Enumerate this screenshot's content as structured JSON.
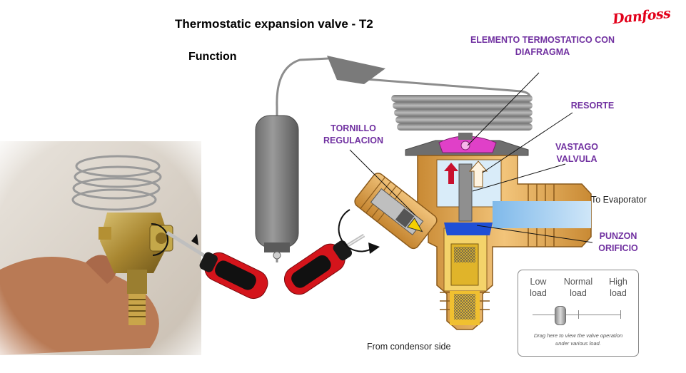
{
  "header": {
    "title": "Thermostatic expansion valve - T2",
    "subtitle": "Function",
    "logo_text": "Danfoss"
  },
  "labels": {
    "elemento_line1": "ELEMENTO TERMOSTATICO CON",
    "elemento_line2": "DIAFRAGMA",
    "resorte": "RESORTE",
    "vastago_line1": "VASTAGO",
    "vastago_line2": "VALVULA",
    "tornillo_line1": "TORNILLO",
    "tornillo_line2": "REGULACION",
    "punzon_line1": "PUNZON",
    "punzon_line2": "ORIFICIO",
    "to_evaporator": "To Evaporator",
    "from_condenser": "From condensor side"
  },
  "load_control": {
    "low_line1": "Low",
    "low_line2": "load",
    "normal_line1": "Normal",
    "normal_line2": "load",
    "high_line1": "High",
    "high_line2": "load",
    "hint_line1": "Drag here to view the valve operation",
    "hint_line2": "under various load.",
    "current_level": "low"
  },
  "colors": {
    "label_purple": "#7030a0",
    "brand_red": "#e2001a",
    "valve_brass": "#d99a3e",
    "screwdriver_red": "#d4141b",
    "diaphragm_pink": "#e040c8",
    "seat_blue": "#1f4fd6",
    "evaporator_blue": "#a9d3f2"
  }
}
